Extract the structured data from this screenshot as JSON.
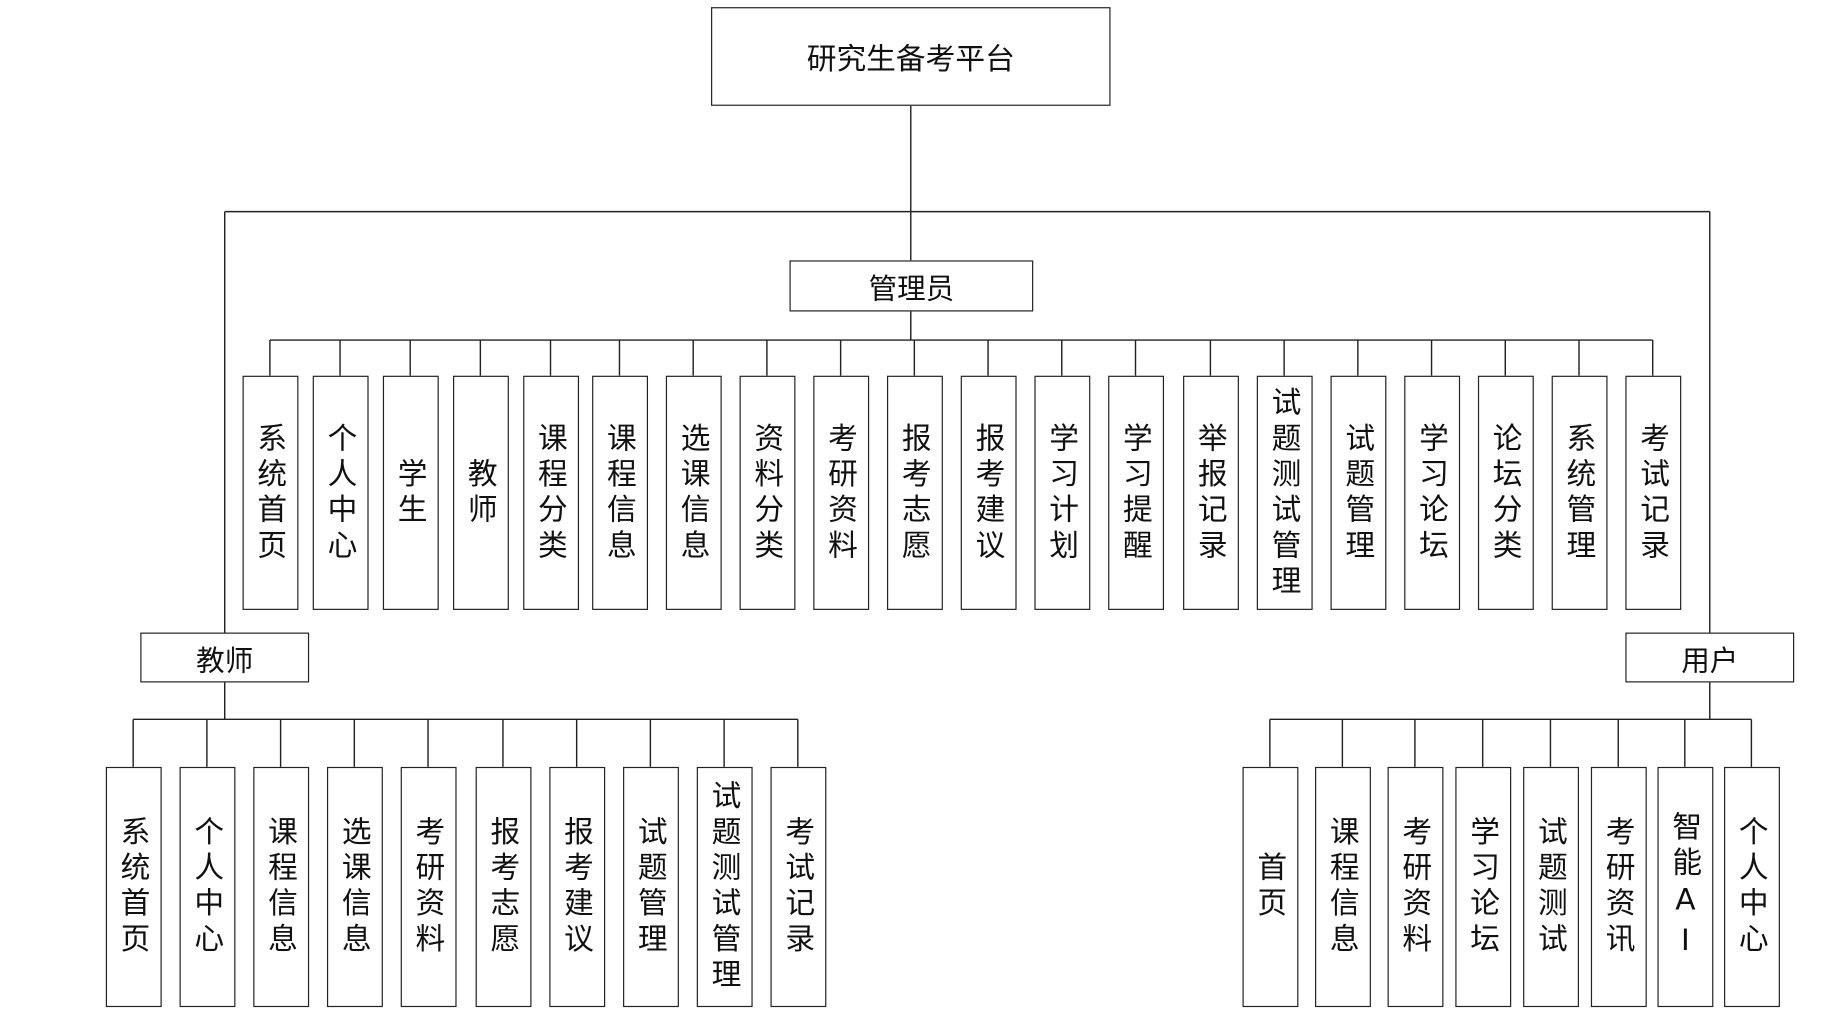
{
  "root": {
    "label": "研究生备考平台"
  },
  "admin": {
    "label": "管理员",
    "children": [
      "系统首页",
      "个人中心",
      "学生",
      "教师",
      "课程分类",
      "课程信息",
      "选课信息",
      "资料分类",
      "考研资料",
      "报考志愿",
      "报考建议",
      "学习计划",
      "学习提醒",
      "举报记录",
      "试题测试管理",
      "试题管理",
      "学习论坛",
      "论坛分类",
      "系统管理",
      "考试记录"
    ]
  },
  "teacher": {
    "label": "教师",
    "children": [
      "系统首页",
      "个人中心",
      "课程信息",
      "选课信息",
      "考研资料",
      "报考志愿",
      "报考建议",
      "试题管理",
      "试题测试管理",
      "考试记录"
    ]
  },
  "user": {
    "label": "用户",
    "children": [
      "首页",
      "课程信息",
      "考研资料",
      "学习论坛",
      "试题测试",
      "考研资讯",
      "智能AI",
      "个人中心"
    ]
  }
}
